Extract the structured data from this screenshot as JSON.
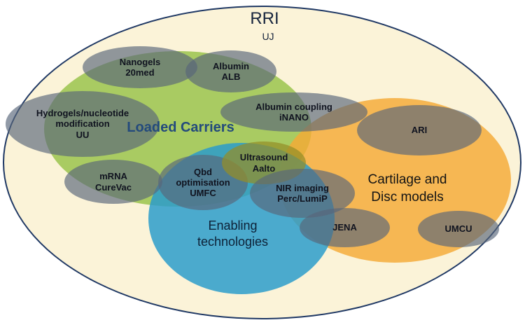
{
  "colors": {
    "outer_fill": "#FBF3D8",
    "outer_border": "#1F3864",
    "loaded_carriers_green": "#9AC34D",
    "enabling_blue": "#2C9CCB",
    "cartilage_orange": "#F4A936",
    "node_gray": "#58667A",
    "node_olive": "#948E27",
    "node_text": "#10131F",
    "loaded_carriers_label": "#234A7C"
  },
  "outer": {
    "title": "RRI",
    "subtitle": "UJ"
  },
  "regions": {
    "loaded_carriers": {
      "label": "Loaded Carriers"
    },
    "enabling": {
      "line1": "Enabling",
      "line2": "technologies"
    },
    "cartilage": {
      "line1": "Cartilage and",
      "line2": "Disc models"
    }
  },
  "nodes": {
    "nanogels": {
      "lines": [
        "Nanogels",
        "20med"
      ]
    },
    "albumin": {
      "lines": [
        "Albumin",
        "ALB"
      ]
    },
    "hydrogels": {
      "lines": [
        "Hydrogels/nucleotide",
        "modification",
        "UU"
      ]
    },
    "albumin_coupling": {
      "lines": [
        "Albumin coupling",
        "iNANO"
      ]
    },
    "ari": {
      "lines": [
        "ARI"
      ]
    },
    "mrna": {
      "lines": [
        "mRNA",
        "CureVac"
      ]
    },
    "qbd": {
      "lines": [
        "Qbd",
        "optimisation",
        "UMFC"
      ]
    },
    "ultrasound": {
      "lines": [
        "Ultrasound",
        "Aalto"
      ]
    },
    "nir": {
      "lines": [
        "NIR imaging",
        "Perc/LumiP"
      ]
    },
    "jena": {
      "lines": [
        "JENA"
      ]
    },
    "umcu": {
      "lines": [
        "UMCU"
      ]
    }
  }
}
